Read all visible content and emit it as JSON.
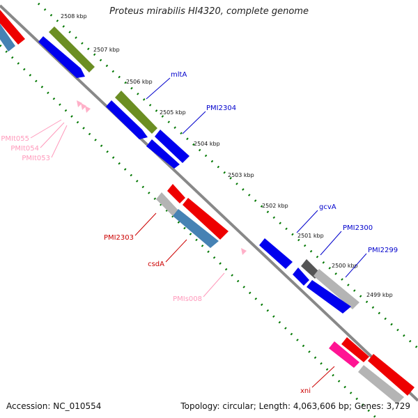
{
  "title": "Proteus mirabilis HI4320, complete genome",
  "footer": {
    "accession": "Accession: NC_010554",
    "summary": "Topology: circular; Length: 4,063,606 bp; Genes: 3,729"
  },
  "ticks": [
    "2508 kbp",
    "2507 kbp",
    "2506 kbp",
    "2505 kbp",
    "2504 kbp",
    "2503 kbp",
    "2502 kbp",
    "2501 kbp",
    "2500 kbp",
    "2499 kbp"
  ],
  "feature_labels": {
    "mltA": "mltA",
    "PMI2304": "PMI2304",
    "PMIt055": "PMIt055",
    "PMIt054": "PMIt054",
    "PMIt053": "PMIt053",
    "PMI2303": "PMI2303",
    "csdA": "csdA",
    "PMIs008": "PMIs008",
    "gcvA": "gcvA",
    "PMI2300": "PMI2300",
    "PMI2299": "PMI2299",
    "xni": "xni"
  },
  "colors": {
    "blue_cds": "#0000ee",
    "olive": "#6b8e23",
    "red_cds": "#ee0000",
    "steel": "#4682b4",
    "grey": "#b4b4b4",
    "dark_grey": "#555555",
    "pink": "#ff1493",
    "light_pink": "#ffb0c8",
    "tick_green": "#007700",
    "backbone": "#777777",
    "label_blue": "#0000cc",
    "label_red": "#cc0000",
    "label_pink": "#ff99bb"
  }
}
